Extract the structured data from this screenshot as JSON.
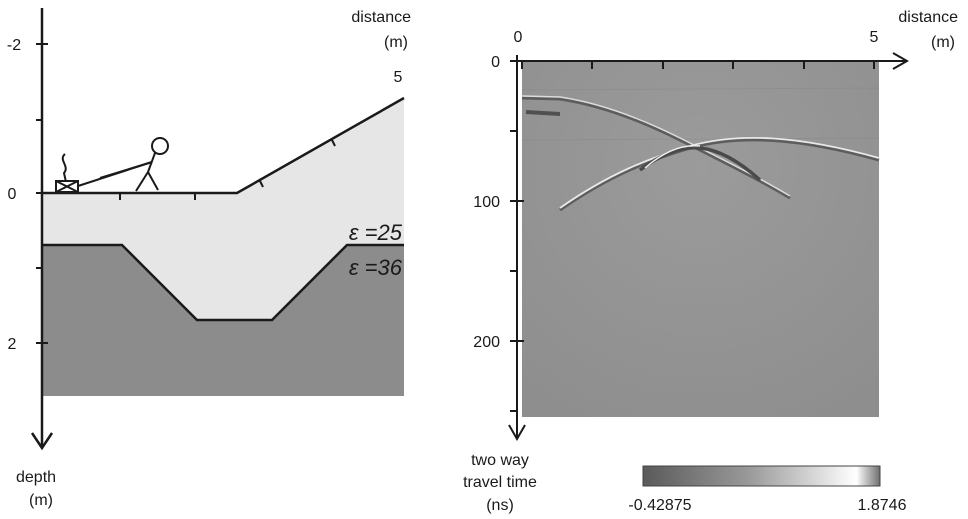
{
  "left_panel": {
    "x_axis_label_line1": "distance",
    "x_axis_label_line2": "(m)",
    "x_tick_5": "5",
    "y_axis_label_line1": "depth",
    "y_axis_label_line2": "(m)",
    "y_ticks": [
      "-2",
      "0",
      "2"
    ],
    "layer_upper_label": "ε =25",
    "layer_lower_label": "ε =36"
  },
  "right_panel": {
    "x_axis_label_line1": "distance",
    "x_axis_label_line2": "(m)",
    "x_tick_0": "0",
    "x_tick_5": "5",
    "y_ticks": [
      "0",
      "100",
      "200"
    ],
    "y_axis_label_line1": "two way",
    "y_axis_label_line2": "travel time",
    "y_axis_label_line3": "(ns)",
    "colorbar_min": "-0.42875",
    "colorbar_max": "1.8746"
  },
  "colors": {
    "upper_layer": "#e6e6e6",
    "lower_layer": "#8c8c8c",
    "radargram_bg": "#959595",
    "axis": "#222222"
  }
}
